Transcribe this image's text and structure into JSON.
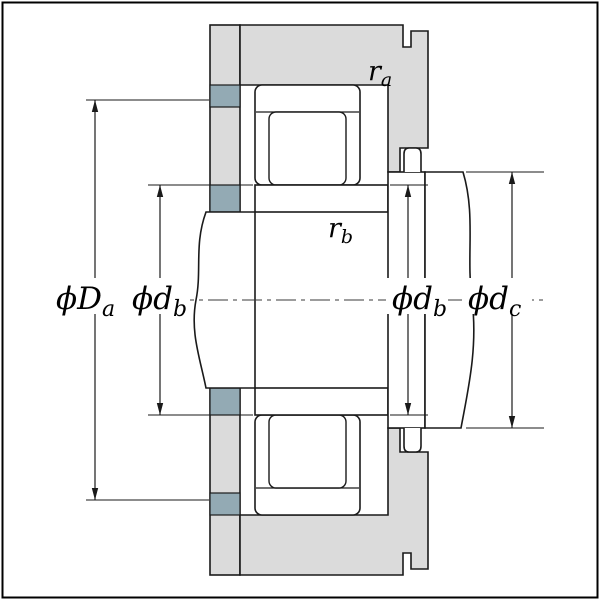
{
  "labels": {
    "Da": {
      "main": "ϕD",
      "sub": "a"
    },
    "db_left": {
      "main": "ϕd",
      "sub": "b"
    },
    "db_right": {
      "main": "ϕd",
      "sub": "b"
    },
    "dc": {
      "main": "ϕd",
      "sub": "c"
    },
    "ra": {
      "main": "r",
      "sub": "a"
    },
    "rb": {
      "main": "r",
      "sub": "b"
    }
  },
  "colors": {
    "background": "#ffffff",
    "housing_gray": "#dbdbdb",
    "contact_blue": "#93aab4",
    "line_black": "#1a1a1a"
  }
}
